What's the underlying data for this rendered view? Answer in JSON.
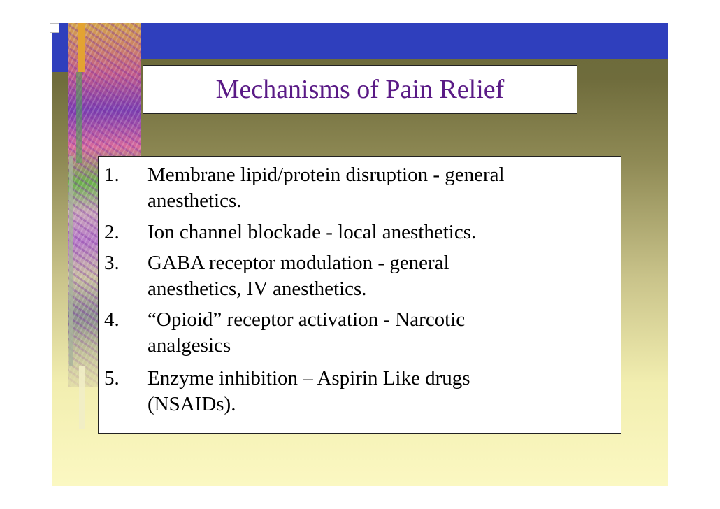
{
  "slide": {
    "title": "Mechanisms of Pain Relief",
    "items": [
      {
        "number": "1.",
        "line1": "Membrane lipid/protein disruption - general",
        "line2": "anesthetics."
      },
      {
        "number": "2.",
        "line1": "Ion channel blockade - local anesthetics.",
        "line2": ""
      },
      {
        "number": "3.",
        "line1": "GABA receptor modulation - general",
        "line2": "anesthetics, IV anesthetics."
      },
      {
        "number": "4.",
        "line1": "“Opioid” receptor activation - Narcotic",
        "line2": "analgesics"
      },
      {
        "number": "5.",
        "line1": "Enzyme inhibition – Aspirin Like drugs",
        "line2": "(NSAIDs)."
      }
    ]
  },
  "colors": {
    "title_text": "#5a1a86",
    "top_bar": "#2f3fbd",
    "background_top": "#6b6a3a",
    "background_bottom": "#fbf8c2"
  }
}
